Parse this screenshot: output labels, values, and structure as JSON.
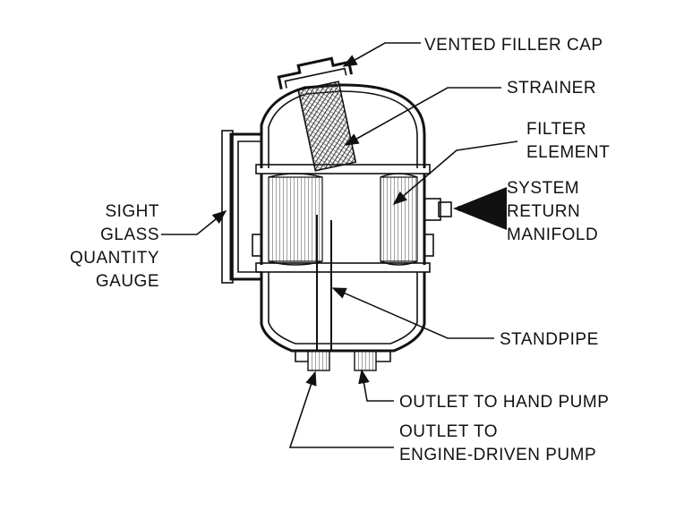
{
  "labels": {
    "vented_filler_cap": "VENTED FILLER CAP",
    "strainer": "STRAINER",
    "filter_element": [
      "FILTER",
      "ELEMENT"
    ],
    "system_return_manifold": [
      "SYSTEM",
      "RETURN",
      "MANIFOLD"
    ],
    "sight_glass_quantity_gauge": [
      "SIGHT",
      "GLASS",
      "QUANTITY",
      "GAUGE"
    ],
    "standpipe": "STANDPIPE",
    "outlet_to_hand_pump": "OUTLET TO HAND PUMP",
    "outlet_to_engine_driven_pump": [
      "OUTLET TO",
      "ENGINE-DRIVEN PUMP"
    ]
  }
}
